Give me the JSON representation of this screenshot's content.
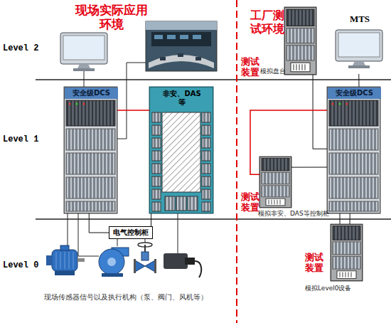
{
  "diagram": {
    "caption": "现场传感器信号以及执行机构（泵、阀门、风机等）",
    "nodes": [
      {
        "text": [
          "安全级DCS"
        ]
      },
      {
        "text": [
          "非安、DAS等"
        ]
      },
      {
        "text": [
          "电气控制柜"
        ]
      },
      {
        "text": [
          "测试装置",
          "模拟盘台"
        ]
      },
      {
        "text": [
          "MTS"
        ]
      },
      {
        "text": [
          "安全级DCS"
        ]
      },
      {
        "text": [
          "测试装置",
          "模拟非安、DAS等控制柜"
        ]
      },
      {
        "text": [
          "测试装置",
          "模拟Level0设备"
        ]
      }
    ],
    "edges": [
      {
        "from": 0,
        "to": 1,
        "arrow": "none"
      },
      {
        "from": 0,
        "to": 2,
        "arrow": "none"
      },
      {
        "from": 1,
        "to": 2,
        "arrow": "none"
      },
      {
        "from": 3,
        "to": 5,
        "arrow": "none"
      },
      {
        "from": 4,
        "to": 5,
        "arrow": "none"
      },
      {
        "from": 6,
        "to": 5,
        "arrow": "none"
      },
      {
        "from": 6,
        "to": 5,
        "arrow": "none"
      },
      {
        "from": 7,
        "to": 5,
        "arrow": "none"
      },
      {
        "from": 7,
        "to": 5,
        "arrow": "none"
      }
    ],
    "labels": [
      "现场实际应用环境",
      "工厂测试环境",
      "Level 2",
      "Level 1",
      "Level 0"
    ]
  }
}
